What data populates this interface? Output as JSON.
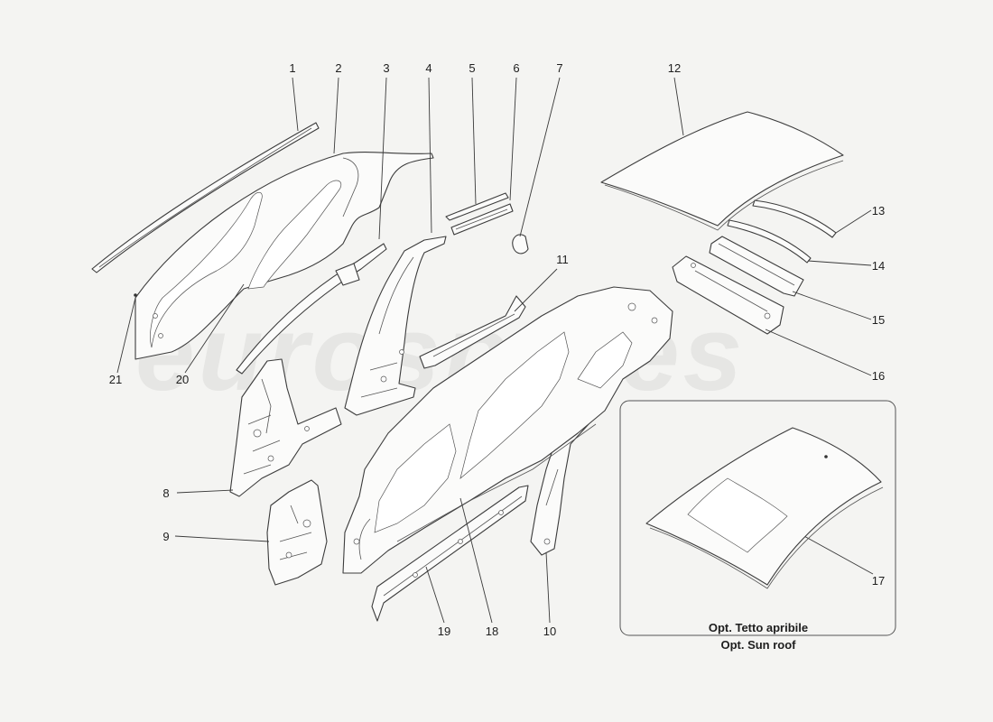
{
  "watermark": "eurospares",
  "callouts": {
    "c1": "1",
    "c2": "2",
    "c3": "3",
    "c4": "4",
    "c5": "5",
    "c6": "6",
    "c7": "7",
    "c8": "8",
    "c9": "9",
    "c10": "10",
    "c11": "11",
    "c12": "12",
    "c13": "13",
    "c14": "14",
    "c15": "15",
    "c16": "16",
    "c17": "17",
    "c18": "18",
    "c19": "19",
    "c20": "20",
    "c21": "21"
  },
  "inset": {
    "line1": "Opt. Tetto apribile",
    "line2": "Opt. Sun roof"
  }
}
